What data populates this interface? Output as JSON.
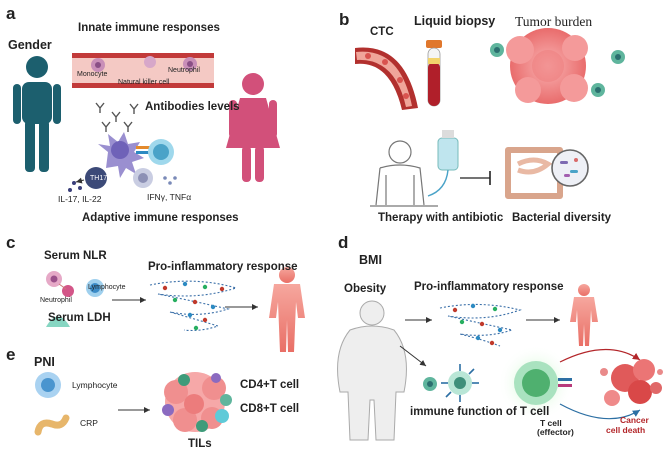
{
  "panels": {
    "a": {
      "letter": "a",
      "gender": "Gender",
      "innate": "Innate  immune responses",
      "monocyte": "Monocyte",
      "neutrophil": "Neutrophil",
      "nk_cell": "Natural killer cell",
      "antibodies": "Antibodies levels",
      "th17": "TH17",
      "il": "IL-17, IL-22",
      "ifn": "IFNγ, TNFα",
      "adaptive": "Adaptive  immune responses"
    },
    "b": {
      "letter": "b",
      "ctc": "CTC",
      "liquid_biopsy": "Liquid biopsy",
      "tumor_burden": "Tumor burden",
      "therapy": "Therapy with antibiotic",
      "bacterial": "Bacterial diversity"
    },
    "c": {
      "letter": "c",
      "serum_nlr": "Serum NLR",
      "pro_inflammatory": "Pro-inflammatory response",
      "neutrophil": "Neutrophil",
      "lymphocyte": "Lymphocyte",
      "serum_ldh": "Serum LDH"
    },
    "d": {
      "letter": "d",
      "bmi": "BMI",
      "obesity": "Obesity",
      "pro_inflammatory": "Pro-inflammatory response",
      "immune_function": "immune function of T cell",
      "t_cell_1": "T cell",
      "t_cell_2": "(effector)",
      "cancer_1": "Cancer",
      "cancer_2": "cell death"
    },
    "e": {
      "letter": "e",
      "pni": "PNI",
      "lymphocyte": "Lymphocyte",
      "crp": "CRP",
      "cd4": "CD4+T cell",
      "cd8": "CD8+T cell",
      "tils": "TILs"
    }
  },
  "colors": {
    "male": "#1c5f6e",
    "female": "#d2507a",
    "vessel": "#c23a3a",
    "tumor": "#f08a8a",
    "cell_blue": "#5aa0d8",
    "cancer_red": "#b3262a"
  }
}
